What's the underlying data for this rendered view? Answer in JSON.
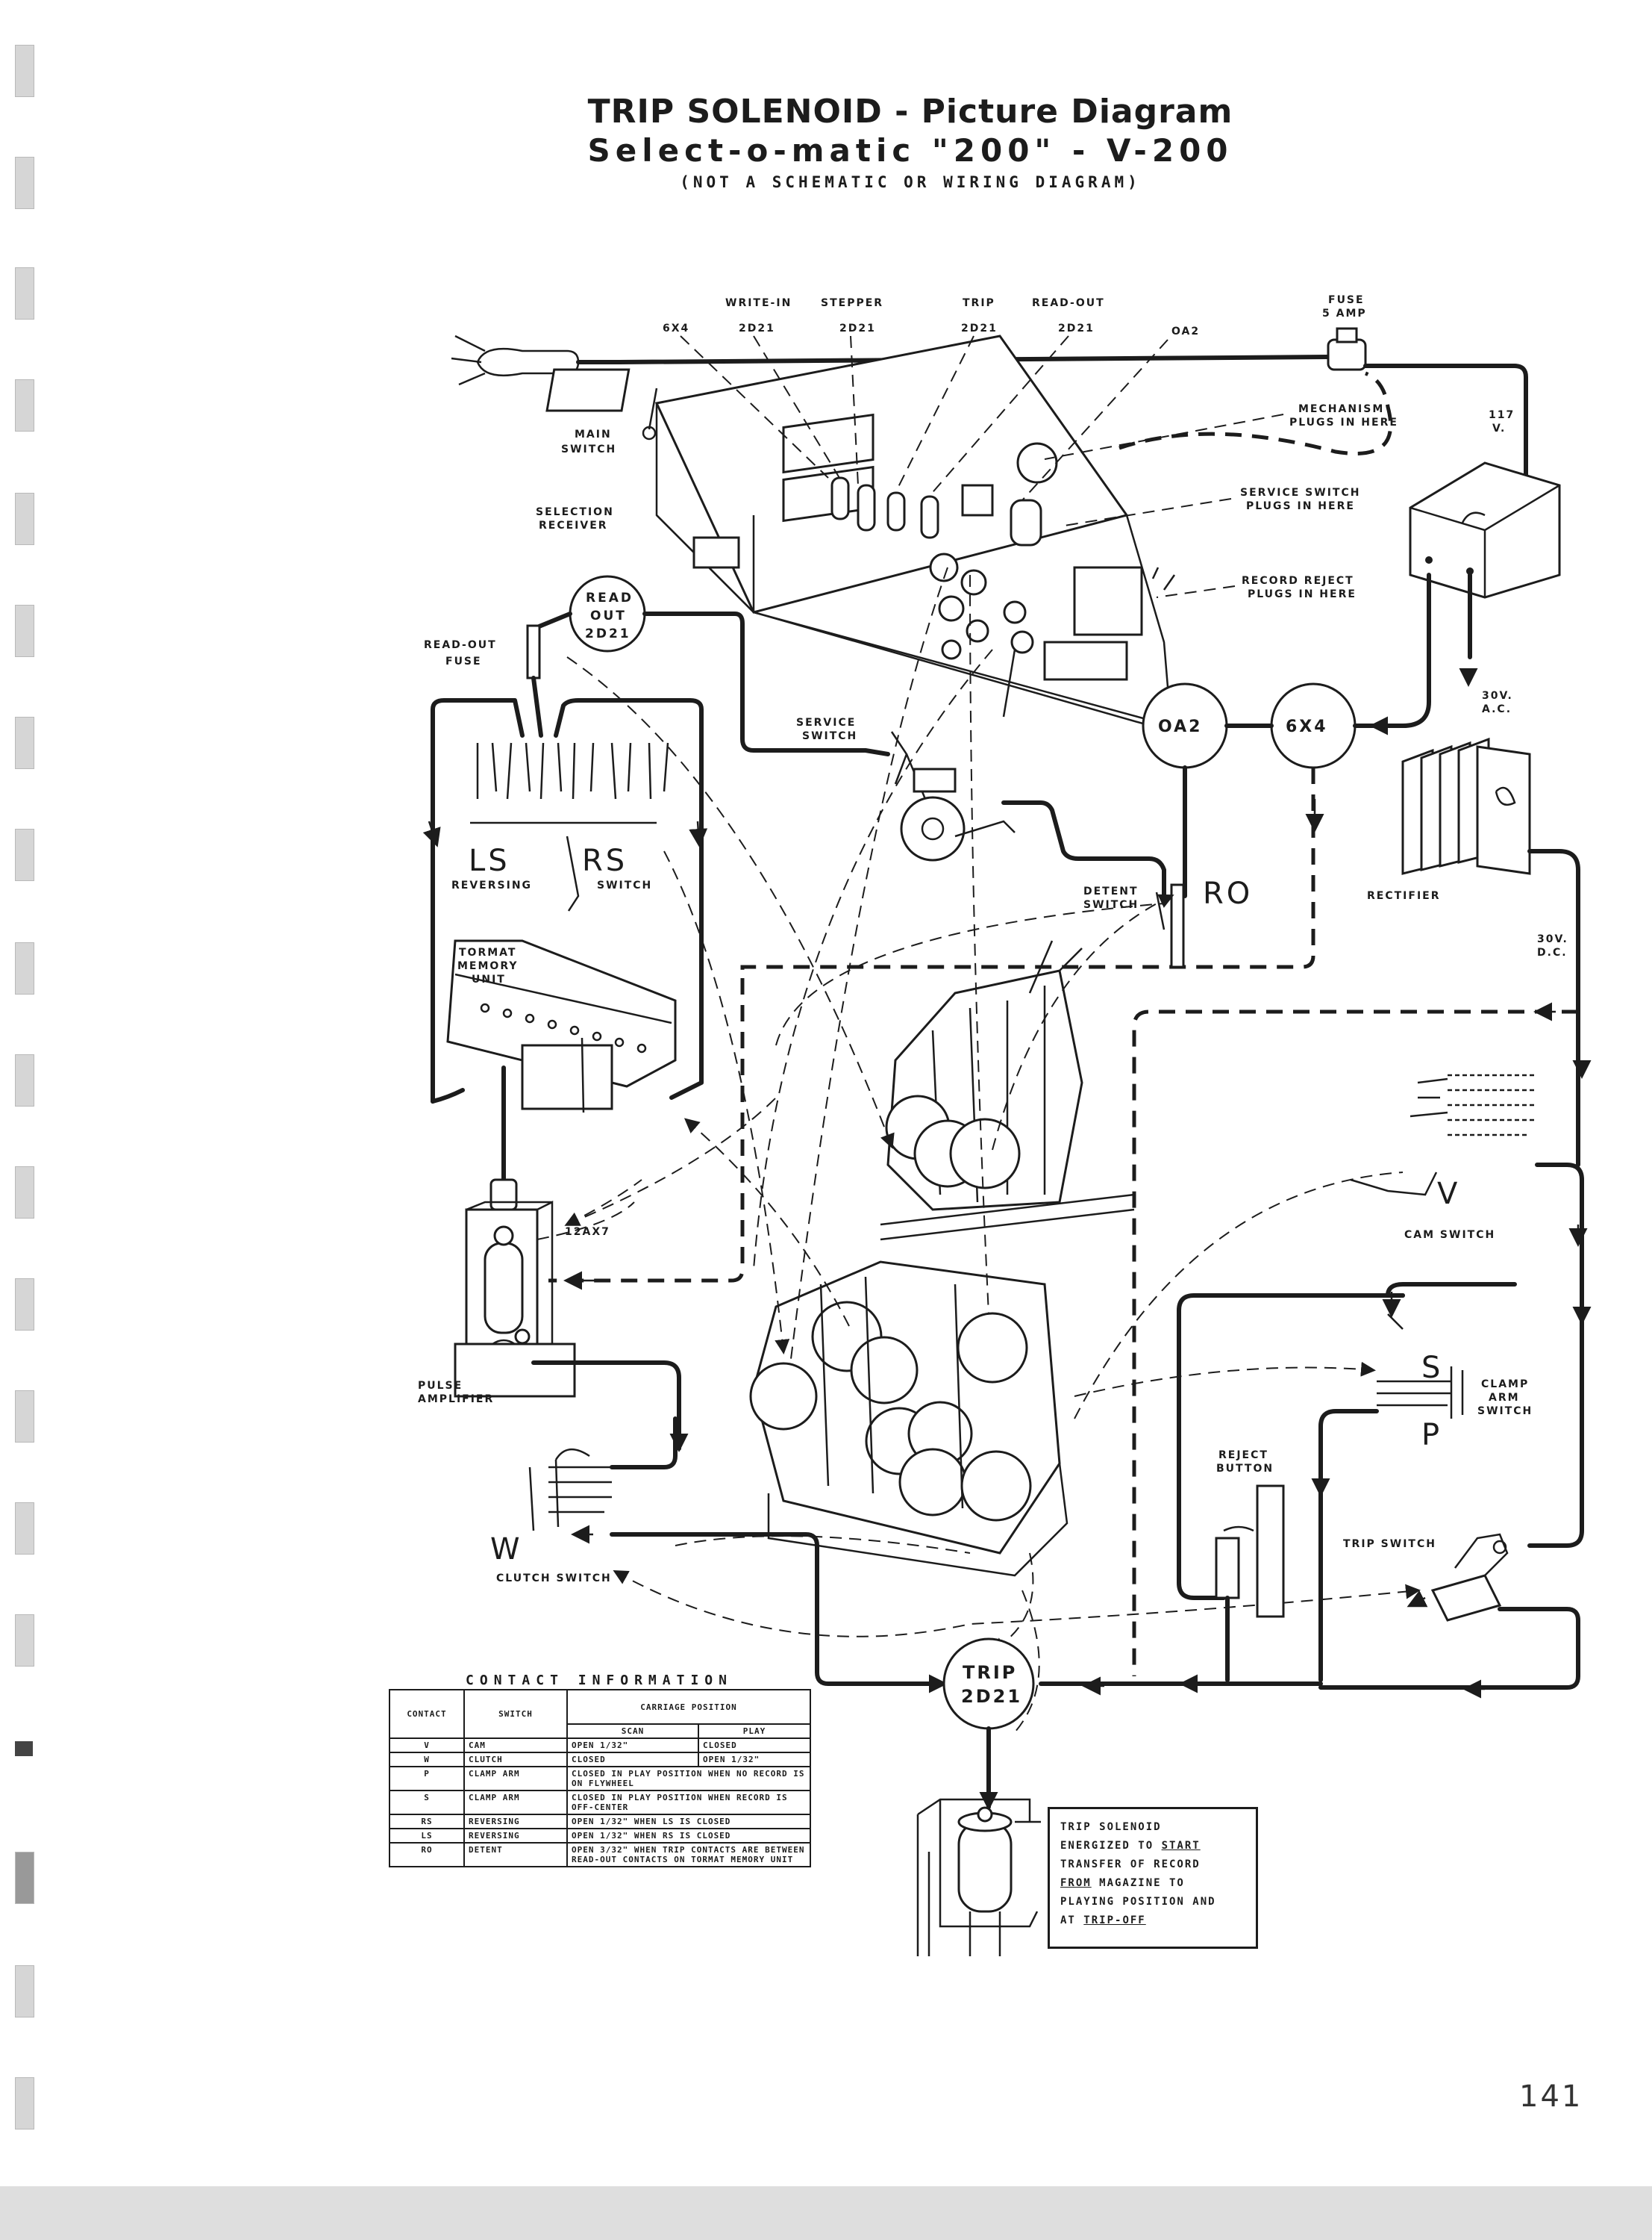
{
  "page": {
    "title_line1": "TRIP SOLENOID - Picture Diagram",
    "title_line2": "Select-o-matic \"200\" - V-200",
    "title_line3": "(NOT A SCHEMATIC OR WIRING DIAGRAM)",
    "page_number": "141"
  },
  "labels": {
    "tube_6x4_top": "6X4",
    "write_in_line1": "WRITE-IN",
    "write_in_line2": "2D21",
    "stepper_line1": "STEPPER",
    "stepper_line2": "2D21",
    "trip_line1": "TRIP",
    "trip_line2": "2D21",
    "read_out_line1": "READ-OUT",
    "read_out_line2": "2D21",
    "oa2_top": "OA2",
    "fuse_line1": "FUSE",
    "fuse_line2": "5 AMP",
    "volt_117_line1": "117",
    "volt_117_line2": "V.",
    "main_switch_line1": "MAIN",
    "main_switch_line2": "SWITCH",
    "selection_receiver_line1": "SELECTION",
    "selection_receiver_line2": "RECEIVER",
    "mechanism_plugs_line1": "MECHANISM",
    "mechanism_plugs_line2": "PLUGS IN HERE",
    "service_plugs_line1": "SERVICE SWITCH",
    "service_plugs_line2": "PLUGS IN HERE",
    "reject_plugs_line1": "RECORD REJECT",
    "reject_plugs_line2": "PLUGS IN HERE",
    "read_out_fuse_line1": "READ-OUT",
    "read_out_fuse_line2": "FUSE",
    "service_switch_line1": "SERVICE",
    "service_switch_line2": "SWITCH",
    "volt_30ac_line1": "30V.",
    "volt_30ac_line2": "A.C.",
    "ls": "LS",
    "rs": "RS",
    "reversing": "REVERSING",
    "switch": "SWITCH",
    "tormat_line1": "TORMAT",
    "tormat_line2": "MEMORY",
    "tormat_line3": "UNIT",
    "detent_line1": "DETENT",
    "detent_line2": "SWITCH",
    "ro": "RO",
    "rectifier": "RECTIFIER",
    "volt_30dc_line1": "30V.",
    "volt_30dc_line2": "D.C.",
    "v": "V",
    "cam_switch": "CAM SWITCH",
    "tube_12ax7": "12AX7",
    "pulse_amp_line1": "PULSE",
    "pulse_amp_line2": "AMPLIFIER",
    "s": "S",
    "p": "P",
    "clamp_line1": "CLAMP",
    "clamp_line2": "ARM",
    "clamp_line3": "SWITCH",
    "reject_button_line1": "REJECT",
    "reject_button_line2": "BUTTON",
    "w": "W",
    "clutch_switch": "CLUTCH SWITCH",
    "trip_switch": "TRIP SWITCH"
  },
  "circles": {
    "read_out_line1": "READ",
    "read_out_line2": "OUT",
    "read_out_line3": "2D21",
    "oa2": "OA2",
    "six_x4": "6X4",
    "trip_line1": "TRIP",
    "trip_line2": "2D21"
  },
  "contact_table": {
    "caption": "CONTACT INFORMATION",
    "headers": {
      "contact": "CONTACT",
      "switch": "SWITCH",
      "carriage_position": "CARRIAGE POSITION",
      "scan": "SCAN",
      "play": "PLAY"
    },
    "rows": [
      {
        "contact": "V",
        "switch": "CAM",
        "scan": "OPEN 1/32\"",
        "play": "CLOSED"
      },
      {
        "contact": "W",
        "switch": "CLUTCH",
        "scan": "CLOSED",
        "play": "OPEN 1/32\""
      },
      {
        "contact": "P",
        "switch": "CLAMP ARM",
        "note": "CLOSED IN PLAY POSITION WHEN NO RECORD IS ON FLYWHEEL"
      },
      {
        "contact": "S",
        "switch": "CLAMP ARM",
        "note": "CLOSED IN PLAY POSITION WHEN RECORD IS OFF-CENTER"
      },
      {
        "contact": "RS",
        "switch": "REVERSING",
        "note": "OPEN 1/32\" WHEN LS IS CLOSED"
      },
      {
        "contact": "LS",
        "switch": "REVERSING",
        "note": "OPEN 1/32\" WHEN RS IS CLOSED"
      },
      {
        "contact": "RO",
        "switch": "DETENT",
        "note": "OPEN 3/32\" WHEN TRIP CONTACTS ARE BETWEEN READ-OUT CONTACTS ON TORMAT MEMORY UNIT"
      }
    ]
  },
  "trip_solenoid_note": {
    "heading": "TRIP SOLENOID",
    "line1_a": "ENERGIZED TO ",
    "line1_b": "START",
    "line2": "TRANSFER OF RECORD",
    "line3_a": "FROM",
    "line3_b": " MAGAZINE TO",
    "line4": "PLAYING POSITION AND",
    "line5_a": "AT ",
    "line5_b": "TRIP-OFF"
  },
  "colors": {
    "ink": "#1c1c1c",
    "paper": "#ffffff",
    "binder_hole": "#d6d6d6"
  }
}
